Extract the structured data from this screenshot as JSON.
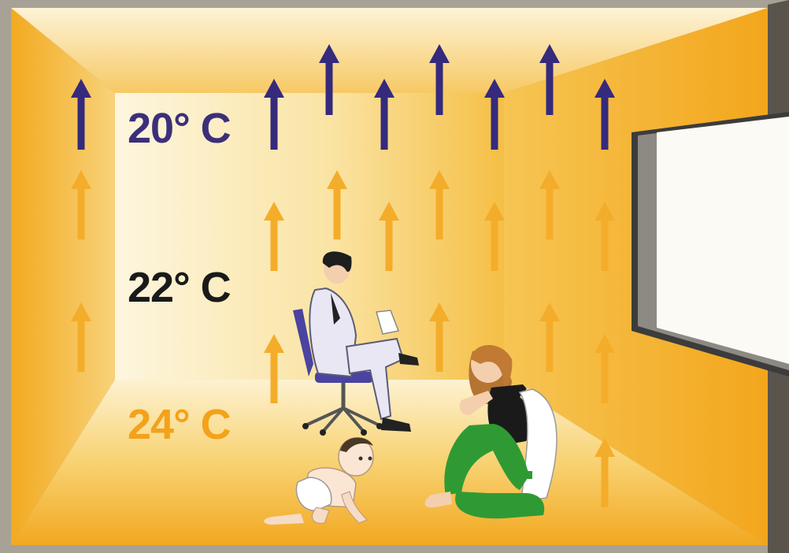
{
  "labels": {
    "top": {
      "text": "20° C",
      "color": "#3c2f7a"
    },
    "middle": {
      "text": "22° C",
      "color": "#1a1a1a"
    },
    "bottom": {
      "text": "24° C",
      "color": "#f3a21b"
    }
  },
  "colors": {
    "wall": "#f4b02a",
    "wall_light": "#fbf0c8",
    "floor": "#f6c652",
    "cool_arrow": "#352a7c",
    "warm_arrow": "#f4ad2a",
    "window": "#fbfaf4",
    "window_frame": "#3a3a3a"
  },
  "figures": [
    "man-on-office-chair",
    "woman-sitting-on-floor",
    "crawling-baby"
  ]
}
